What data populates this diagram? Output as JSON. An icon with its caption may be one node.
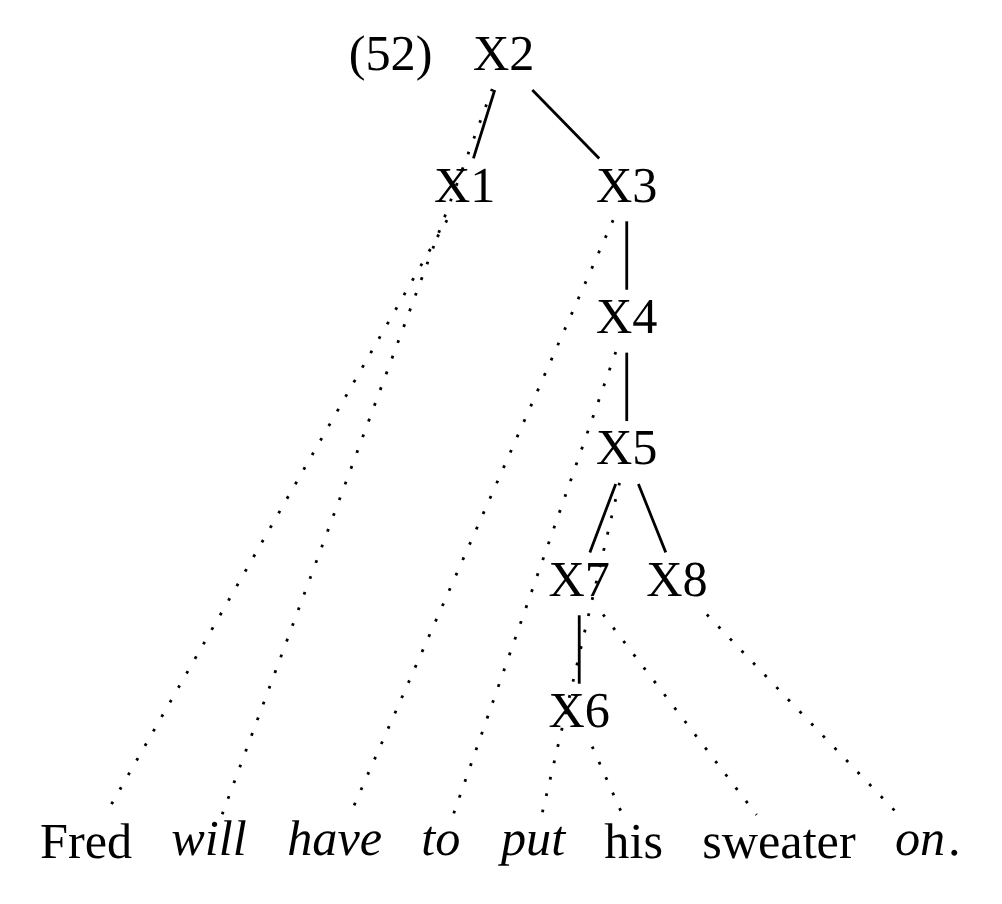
{
  "diagram": {
    "nodes": [
      {
        "text": [
          "X2"
        ]
      },
      {
        "text": [
          "X1"
        ]
      },
      {
        "text": [
          "X3"
        ]
      },
      {
        "text": [
          "X4"
        ]
      },
      {
        "text": [
          "X5"
        ]
      },
      {
        "text": [
          "X7"
        ]
      },
      {
        "text": [
          "X8"
        ]
      },
      {
        "text": [
          "X6"
        ]
      },
      {
        "text": [
          "Fred"
        ]
      },
      {
        "text": [
          "will"
        ]
      },
      {
        "text": [
          "have"
        ]
      },
      {
        "text": [
          "to"
        ]
      },
      {
        "text": [
          "put"
        ]
      },
      {
        "text": [
          "his"
        ]
      },
      {
        "text": [
          "sweater"
        ]
      },
      {
        "text": [
          "*on*."
        ]
      }
    ],
    "edges": [
      {
        "from": 0,
        "to": 1,
        "arrow": "none"
      },
      {
        "from": 0,
        "to": 2,
        "arrow": "none"
      },
      {
        "from": 2,
        "to": 3,
        "arrow": "none"
      },
      {
        "from": 3,
        "to": 4,
        "arrow": "none"
      },
      {
        "from": 4,
        "to": 5,
        "arrow": "none"
      },
      {
        "from": 4,
        "to": 6,
        "arrow": "none"
      },
      {
        "from": 5,
        "to": 7,
        "arrow": "none"
      },
      {
        "from": 1,
        "to": 8,
        "arrow": "none",
        "style": "dashed"
      },
      {
        "from": 0,
        "to": 9,
        "arrow": "none",
        "style": "dashed"
      },
      {
        "from": 2,
        "to": 10,
        "arrow": "none",
        "style": "dashed"
      },
      {
        "from": 3,
        "to": 11,
        "arrow": "none",
        "style": "dashed"
      },
      {
        "from": 4,
        "to": 12,
        "arrow": "none",
        "style": "dashed"
      },
      {
        "from": 7,
        "to": 13,
        "arrow": "none",
        "style": "dashed"
      },
      {
        "from": 5,
        "to": 14,
        "arrow": "none",
        "style": "dashed"
      },
      {
        "from": 6,
        "to": 15,
        "arrow": "none",
        "style": "dashed"
      }
    ],
    "labels": [
      "(52)"
    ]
  }
}
